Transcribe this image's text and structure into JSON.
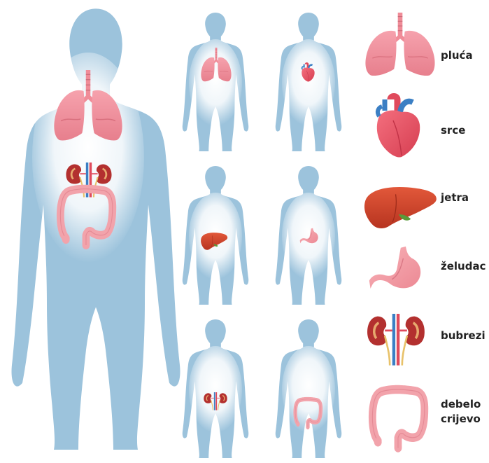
{
  "colors": {
    "body_fill": "#9cc3dc",
    "body_glow": "#ffffff",
    "lung": "#f28e9a",
    "heart": "#e8505f",
    "heart_vessel_blue": "#3b7fc4",
    "liver": "#d8472a",
    "stomach": "#f4a0a8",
    "kidney": "#b3302f",
    "colon": "#f2a3ab",
    "label_text": "#222222"
  },
  "legend": {
    "lungs": {
      "label": "pluća",
      "icon": "lungs-icon"
    },
    "heart": {
      "label": "srce",
      "icon": "heart-icon"
    },
    "liver": {
      "label": "jetra",
      "icon": "liver-icon"
    },
    "stomach": {
      "label": "želudac",
      "icon": "stomach-icon"
    },
    "kidneys": {
      "label": "bubrezi",
      "icon": "kidneys-icon"
    },
    "colon": {
      "label_line1": "debelo",
      "label_line2": "crijevo",
      "icon": "colon-icon"
    }
  },
  "figures": {
    "large": [
      "lungs",
      "kidneys",
      "colon"
    ],
    "small": [
      "lungs",
      "heart",
      "liver",
      "stomach",
      "kidneys",
      "colon"
    ]
  }
}
